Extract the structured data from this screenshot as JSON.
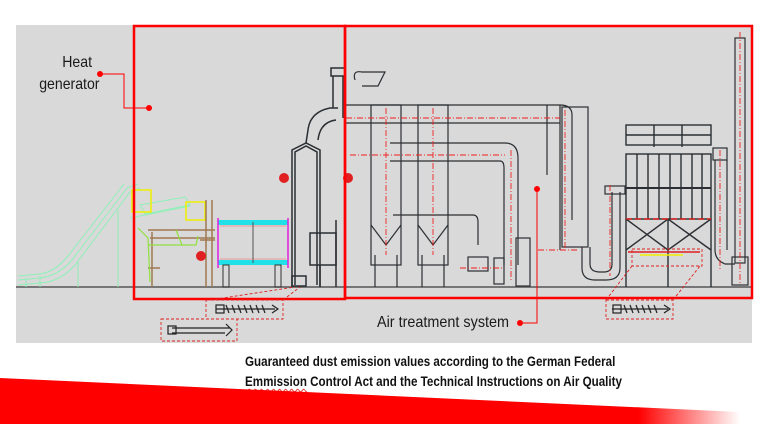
{
  "diagram": {
    "type": "process-plant-schematic",
    "labels": {
      "heat_generator": "Heat generator",
      "air_treatment": "Air treatment system"
    },
    "caption": {
      "line1": "Guaranteed dust emission values according to the German Federal",
      "line2_misspelled_word": "Emmission",
      "line2_rest": " Control Act and the Technical Instructions on Air Quality"
    },
    "sections": [
      {
        "id": "heat-generator",
        "label": "Heat generator"
      },
      {
        "id": "air-treatment-system",
        "label": "Air treatment system"
      }
    ],
    "colors": {
      "panel": "#d9d9d9",
      "highlight_red": "#ff0000",
      "line_dark": "#2b2f33",
      "conveyor_green": "#8ff0b8",
      "hopper_yellow": "#f0f000",
      "frame_brown": "#a07850",
      "frame_lime": "#90e040",
      "drum_cyan": "#20e0e8",
      "drum_magenta": "#e020e0",
      "centerline_red": "#ee2020"
    }
  }
}
